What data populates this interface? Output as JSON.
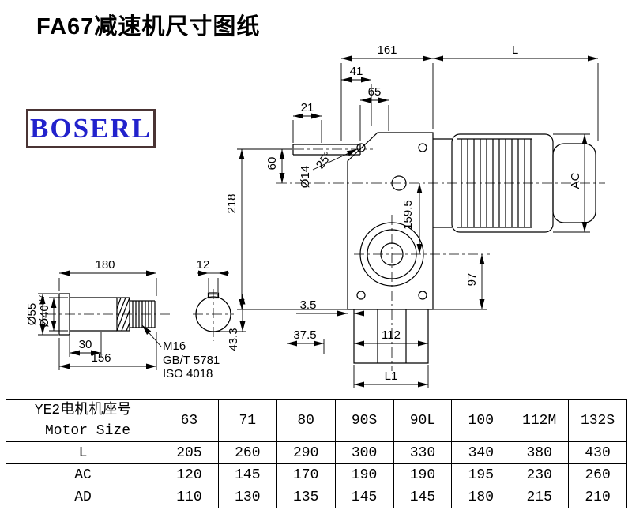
{
  "page": {
    "title": "FA67减速机尺寸图纸"
  },
  "logo": {
    "text": "BOSERL",
    "color": "#2222cc"
  },
  "drawing": {
    "labels": {
      "d161": "161",
      "L": "L",
      "d41": "41",
      "d65": "65",
      "d21": "21",
      "d60": "60",
      "d14": "Ø14",
      "angle": "25°",
      "d218": "218",
      "d159_5": "159.5",
      "ac": "AC",
      "d97": "97",
      "d3_5": "3.5",
      "d37_5": "37.5",
      "d112": "112",
      "l1": "L1",
      "d180": "180",
      "d12": "12",
      "d55": "Ø55",
      "d40": "Ø40",
      "d40_tol": "H7",
      "d30": "30",
      "d156": "156",
      "m16": "M16",
      "gb": "GB/T 5781",
      "iso": "ISO 4018",
      "d43_3": "43.3"
    }
  },
  "table": {
    "header": {
      "col0_line1": "YE2电机机座号",
      "col0_line2": "Motor Size",
      "sizes": [
        "63",
        "71",
        "80",
        "90S",
        "90L",
        "100",
        "112M",
        "132S"
      ]
    },
    "rows": [
      {
        "label": "L",
        "values": [
          "205",
          "260",
          "290",
          "300",
          "330",
          "340",
          "380",
          "430"
        ]
      },
      {
        "label": "AC",
        "values": [
          "120",
          "145",
          "170",
          "190",
          "190",
          "195",
          "230",
          "260"
        ]
      },
      {
        "label": "AD",
        "values": [
          "110",
          "130",
          "135",
          "145",
          "145",
          "180",
          "215",
          "210"
        ]
      }
    ]
  }
}
